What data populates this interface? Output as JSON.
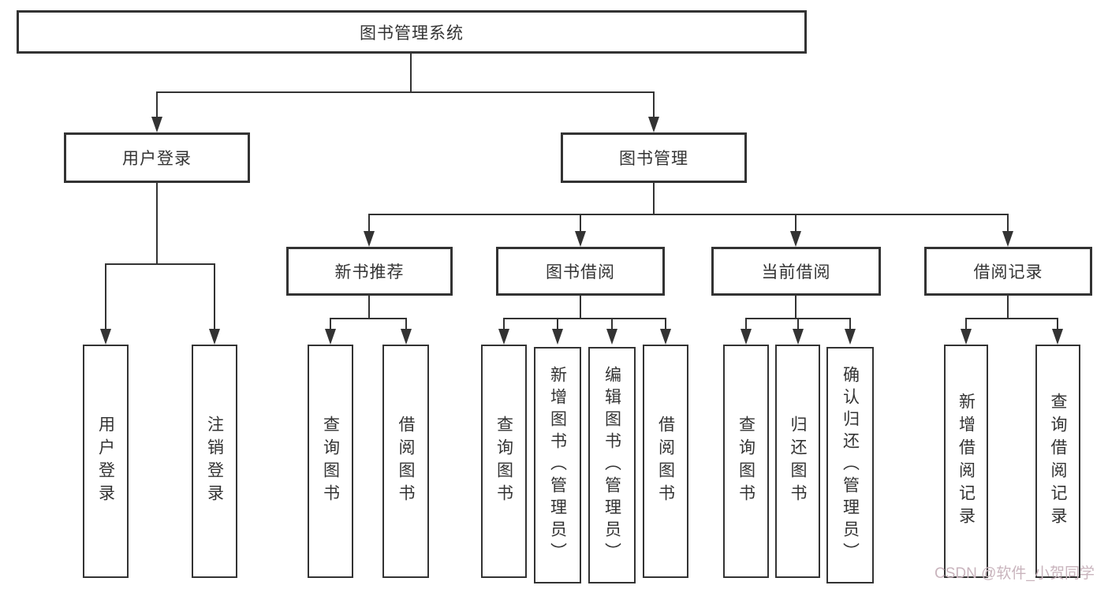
{
  "colors": {
    "line": "#333333",
    "text": "#333333",
    "node_fill": "#ffffff",
    "background": "#ffffff",
    "watermark_text": "#c9b4bd"
  },
  "nodes": {
    "root": "图书管理系统",
    "user_login": "用户登录",
    "book_management": "图书管理",
    "new_book_recommend": "新书推荐",
    "book_borrow": "图书借阅",
    "current_borrow": "当前借阅",
    "borrow_records": "借阅记录"
  },
  "leaves": {
    "user_login": "用户登录",
    "logout": "注销登录",
    "rec_query_books": "查询图书",
    "rec_borrow_books": "借阅图书",
    "borrow_query_books": "查询图书",
    "borrow_add_books": "新增图书（管理员）",
    "borrow_edit_books": "编辑图书（管理员）",
    "borrow_borrow_books": "借阅图书",
    "current_query_books": "查询图书",
    "current_return_books": "归还图书",
    "current_confirm_return": "确认归还（管理员）",
    "records_add_record": "新增借阅记录",
    "records_query_record": "查询借阅记录"
  },
  "watermark": "CSDN @软件_小贺同学"
}
